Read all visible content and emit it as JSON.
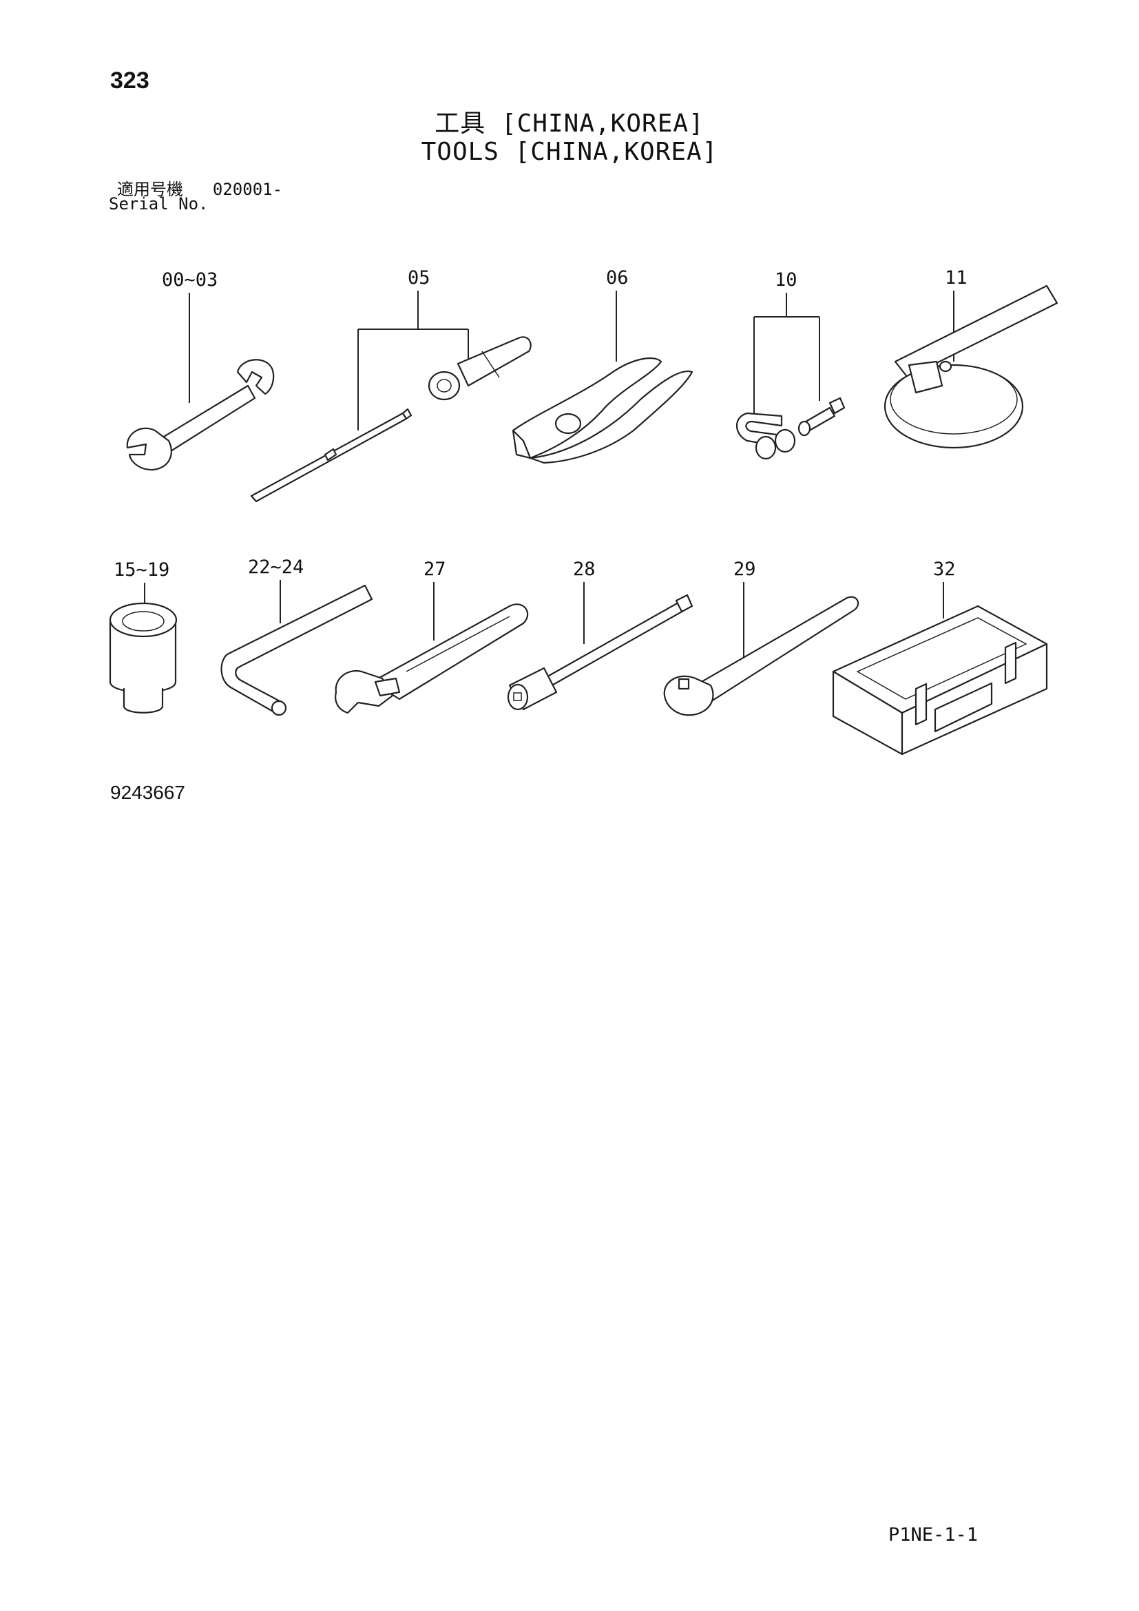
{
  "page_number": "323",
  "title_jp": "工具 [CHINA,KOREA]",
  "title_en": "TOOLS [CHINA,KOREA]",
  "serial_label_jp": "適用号機",
  "serial_range": "020001-",
  "serial_label_en": "Serial No.",
  "drawing_number": "9243667",
  "page_code": "P1NE-1-1",
  "callouts": {
    "wrench": "00~03",
    "drift": "05",
    "pliers": "06",
    "shackle": "10",
    "filter_wrench": "11",
    "socket": "15~19",
    "hex_key": "22~24",
    "adjustable_wrench": "27",
    "extension_bar": "28",
    "ratchet_handle": "29",
    "tool_box": "32"
  }
}
